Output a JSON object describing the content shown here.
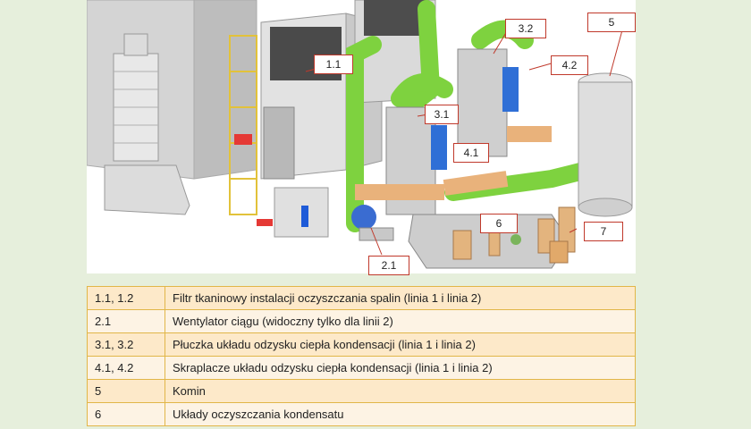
{
  "callouts": [
    {
      "id": "c11",
      "label": "1.1"
    },
    {
      "id": "c21",
      "label": "2.1"
    },
    {
      "id": "c31",
      "label": "3.1"
    },
    {
      "id": "c32",
      "label": "3.2"
    },
    {
      "id": "c41",
      "label": "4.1"
    },
    {
      "id": "c42",
      "label": "4.2"
    },
    {
      "id": "c5",
      "label": "5"
    },
    {
      "id": "c6",
      "label": "6"
    },
    {
      "id": "c7",
      "label": "7"
    }
  ],
  "legend": [
    {
      "code": "1.1, 1.2",
      "desc": "Filtr tkaninowy instalacji oczyszczania spalin (linia 1 i linia 2)"
    },
    {
      "code": "2.1",
      "desc": "Wentylator ciągu (widoczny tylko dla linii 2)"
    },
    {
      "code": "3.1, 3.2",
      "desc": "Płuczka układu odzysku ciepła kondensacji (linia 1 i linia 2)"
    },
    {
      "code": "4.1, 4.2",
      "desc": "Skraplacze układu odzysku ciepła kondensacji (linia 1 i linia 2)"
    },
    {
      "code": "5",
      "desc": "Komin"
    },
    {
      "code": "6",
      "desc": "Układy oczyszczania kondensatu"
    }
  ],
  "colors": {
    "duct_green": "#7ed23f",
    "duct_orange": "#e9b27b",
    "building_gray": "#d9d9d9",
    "callout_border": "#c0392b",
    "legend_border": "#e1b648"
  }
}
